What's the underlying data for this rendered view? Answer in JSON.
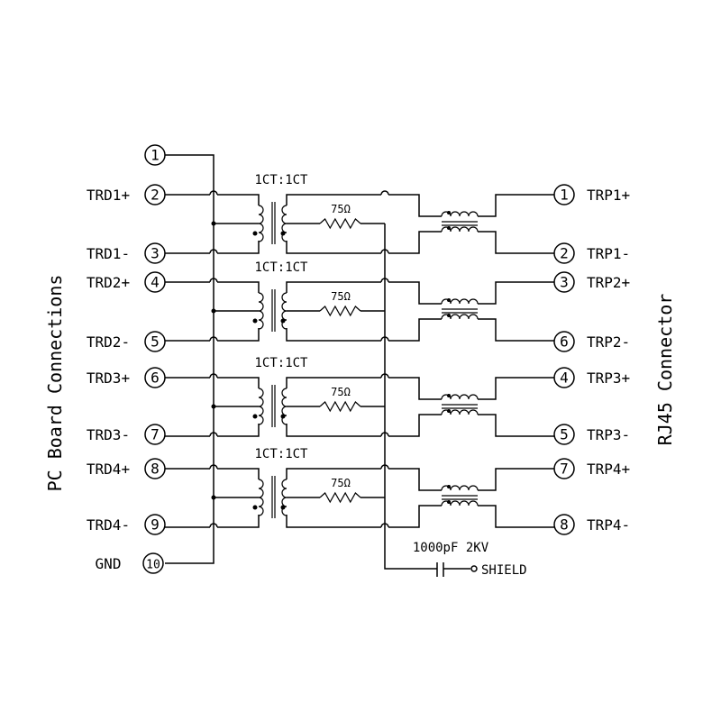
{
  "left_title": "PC Board Connections",
  "right_title": "RJ45 Connector",
  "left_pins": [
    {
      "num": "1",
      "label": ""
    },
    {
      "num": "2",
      "label": "TRD1+"
    },
    {
      "num": "3",
      "label": "TRD1-"
    },
    {
      "num": "4",
      "label": "TRD2+"
    },
    {
      "num": "5",
      "label": "TRD2-"
    },
    {
      "num": "6",
      "label": "TRD3+"
    },
    {
      "num": "7",
      "label": "TRD3-"
    },
    {
      "num": "8",
      "label": "TRD4+"
    },
    {
      "num": "9",
      "label": "TRD4-"
    },
    {
      "num": "10",
      "label": "GND"
    }
  ],
  "right_pins": [
    {
      "num": "1",
      "label": "TRP1+"
    },
    {
      "num": "2",
      "label": "TRP1-"
    },
    {
      "num": "3",
      "label": "TRP2+"
    },
    {
      "num": "6",
      "label": "TRP2-"
    },
    {
      "num": "4",
      "label": "TRP3+"
    },
    {
      "num": "5",
      "label": "TRP3-"
    },
    {
      "num": "7",
      "label": "TRP4+"
    },
    {
      "num": "8",
      "label": "TRP4-"
    }
  ],
  "transformer_label": "1CT:1CT",
  "resistor_label": "75Ω",
  "capacitor_label": "1000pF 2KV",
  "shield_label": "SHIELD"
}
